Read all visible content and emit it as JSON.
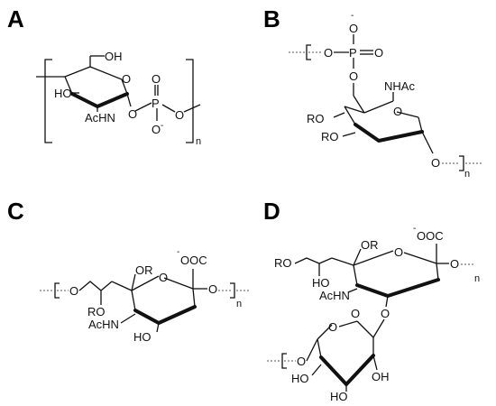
{
  "panels": {
    "A": {
      "label": "A",
      "atoms": {
        "oh": "OH",
        "ho": "HO",
        "ring_o": "O",
        "achn": "AcHN",
        "o_link": "O",
        "p": "P",
        "o_top": "O",
        "o_minus": "O",
        "minus": "-",
        "o_right": "O",
        "n": "n"
      }
    },
    "B": {
      "label": "B",
      "atoms": {
        "o_top": "O",
        "minus": "-",
        "o_left": "O",
        "p": "P",
        "o_right": "O",
        "o_mid": "O",
        "nhac": "NHAc",
        "ring_o": "O",
        "ro1": "RO",
        "ro2": "RO",
        "o_bottom": "O",
        "n": "n"
      }
    },
    "C": {
      "label": "C",
      "atoms": {
        "o_left": "O",
        "or": "OR",
        "coo": "OOC",
        "minus": "-",
        "ring_o": "O",
        "o_right": "O",
        "ro": "RO",
        "achn": "AcHN",
        "ho": "HO",
        "n": "n"
      }
    },
    "D": {
      "label": "D",
      "atoms": {
        "coo": "OOC",
        "minus": "-",
        "or": "OR",
        "ro": "RO",
        "ring_o": "O",
        "o_right": "O",
        "ho1": "HO",
        "achn": "AcHN",
        "o_link": "O",
        "o_bridge": "O",
        "ring_o2": "O",
        "o_left": "O",
        "ho2": "HO",
        "oh": "OH",
        "ho3": "HO",
        "n": "n"
      }
    }
  }
}
